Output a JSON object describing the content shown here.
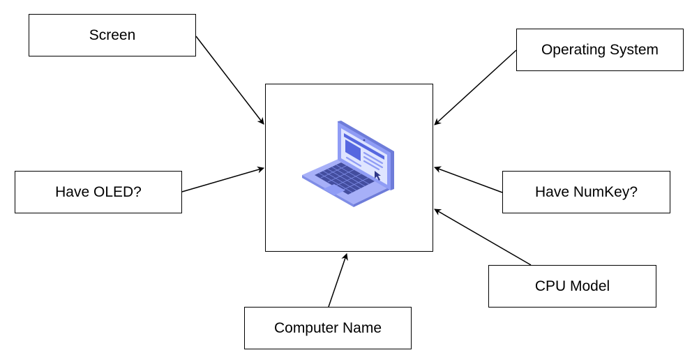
{
  "diagram": {
    "nodes": {
      "screen": "Screen",
      "operating_system": "Operating System",
      "have_oled": "Have OLED?",
      "have_numkey": "Have NumKey?",
      "cpu_model": "CPU Model",
      "computer_name": "Computer Name"
    },
    "center_icon": "laptop-icon",
    "colors": {
      "stroke": "#000000",
      "laptop_body": "#8f9cf5",
      "laptop_base": "#a7b0f8",
      "laptop_screen": "#dfe5ff",
      "laptop_accent": "#5667e0",
      "laptop_keys": "#434d9e"
    }
  }
}
